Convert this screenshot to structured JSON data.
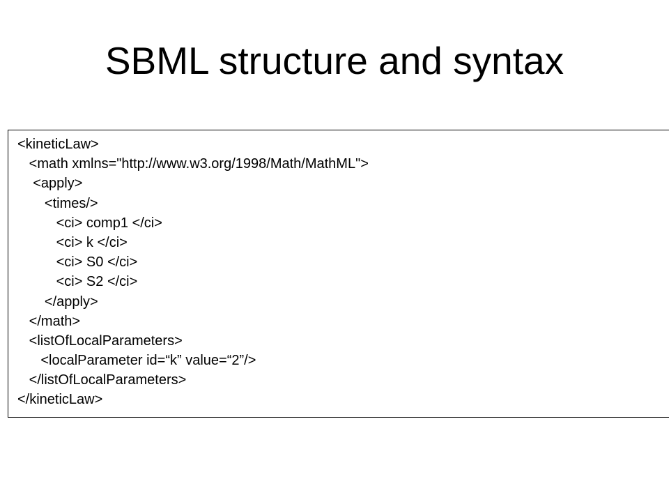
{
  "slide": {
    "title": "SBML structure and syntax"
  },
  "code": {
    "lines": [
      "<kineticLaw>",
      "   <math xmlns=\"http://www.w3.org/1998/Math/MathML\">",
      "    <apply>",
      "       <times/>",
      "          <ci> comp1 </ci>",
      "          <ci> k </ci>",
      "          <ci> S0 </ci>",
      "          <ci> S2 </ci>",
      "       </apply>",
      "   </math>",
      "   <listOfLocalParameters>",
      "      <localParameter id=“k” value=“2”/>",
      "   </listOfLocalParameters>",
      "</kineticLaw>"
    ]
  }
}
